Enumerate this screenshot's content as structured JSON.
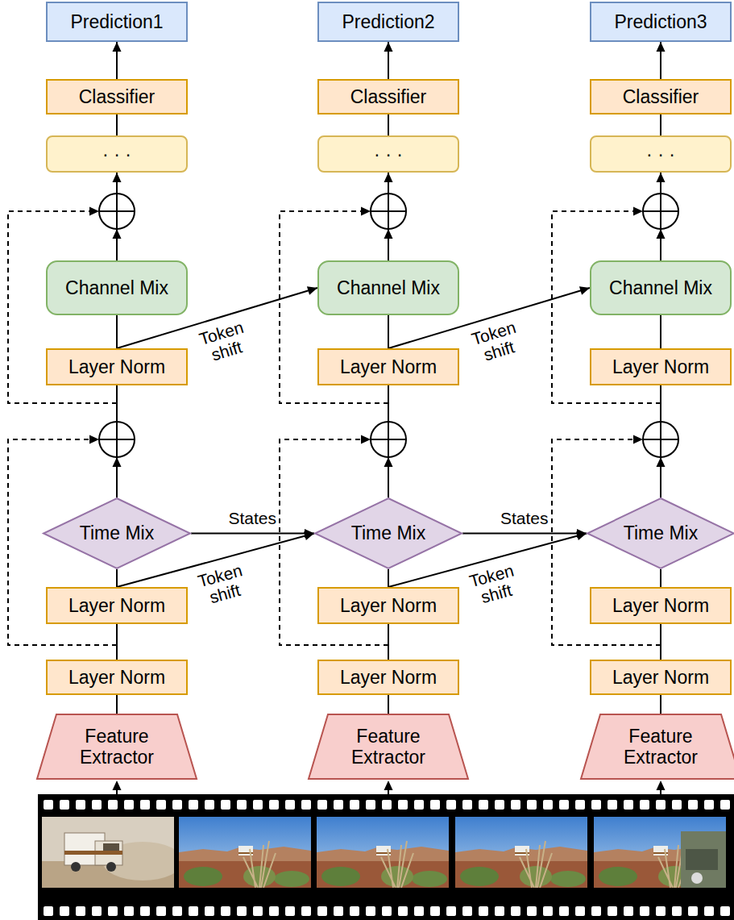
{
  "diagram": {
    "nodes": [
      {
        "text": [
          "Prediction1"
        ]
      },
      {
        "text": [
          "Prediction2"
        ]
      },
      {
        "text": [
          "Prediction3"
        ]
      },
      {
        "text": [
          "Classifier"
        ]
      },
      {
        "text": [
          "Classifier"
        ]
      },
      {
        "text": [
          "Classifier"
        ]
      },
      {
        "text": [
          "· · ·"
        ]
      },
      {
        "text": [
          "· · ·"
        ]
      },
      {
        "text": [
          "· · ·"
        ]
      },
      {
        "text": [
          "Channel Mix"
        ]
      },
      {
        "text": [
          "Channel Mix"
        ]
      },
      {
        "text": [
          "Channel Mix"
        ]
      },
      {
        "text": [
          "Layer Norm"
        ]
      },
      {
        "text": [
          "Layer Norm"
        ]
      },
      {
        "text": [
          "Layer Norm"
        ]
      },
      {
        "text": [
          "Time Mix"
        ]
      },
      {
        "text": [
          "Time Mix"
        ]
      },
      {
        "text": [
          "Time Mix"
        ]
      },
      {
        "text": [
          "Layer Norm"
        ]
      },
      {
        "text": [
          "Layer Norm"
        ]
      },
      {
        "text": [
          "Layer Norm"
        ]
      },
      {
        "text": [
          "Layer Norm"
        ]
      },
      {
        "text": [
          "Layer Norm"
        ]
      },
      {
        "text": [
          "Layer Norm"
        ]
      },
      {
        "text": [
          "Feature Extractor"
        ]
      },
      {
        "text": [
          "Feature Extractor"
        ]
      },
      {
        "text": [
          "Feature Extractor"
        ]
      }
    ],
    "edges": [
      {
        "from": 3,
        "to": 0,
        "arrow": "to"
      },
      {
        "from": 6,
        "to": 3,
        "arrow": "none"
      },
      {
        "from": 9,
        "to": 6,
        "arrow": "to"
      },
      {
        "from": 12,
        "to": 9,
        "arrow": "none"
      },
      {
        "from": 15,
        "to": 12,
        "arrow": "none"
      },
      {
        "from": 18,
        "to": 15,
        "arrow": "none"
      },
      {
        "from": 21,
        "to": 18,
        "arrow": "none"
      },
      {
        "from": 24,
        "to": 21,
        "arrow": "none"
      },
      {
        "from": 4,
        "to": 1,
        "arrow": "to"
      },
      {
        "from": 7,
        "to": 4,
        "arrow": "none"
      },
      {
        "from": 10,
        "to": 7,
        "arrow": "to"
      },
      {
        "from": 13,
        "to": 10,
        "arrow": "none"
      },
      {
        "from": 16,
        "to": 13,
        "arrow": "none"
      },
      {
        "from": 19,
        "to": 16,
        "arrow": "none"
      },
      {
        "from": 22,
        "to": 19,
        "arrow": "none"
      },
      {
        "from": 25,
        "to": 22,
        "arrow": "none"
      },
      {
        "from": 5,
        "to": 2,
        "arrow": "to"
      },
      {
        "from": 8,
        "to": 5,
        "arrow": "none"
      },
      {
        "from": 11,
        "to": 8,
        "arrow": "to"
      },
      {
        "from": 14,
        "to": 11,
        "arrow": "none"
      },
      {
        "from": 17,
        "to": 14,
        "arrow": "none"
      },
      {
        "from": 20,
        "to": 17,
        "arrow": "none"
      },
      {
        "from": 23,
        "to": 20,
        "arrow": "none"
      },
      {
        "from": 26,
        "to": 23,
        "arrow": "none"
      },
      {
        "from": 12,
        "to": 10,
        "label": "Token shift",
        "arrow": "to"
      },
      {
        "from": 13,
        "to": 11,
        "label": "Token shift",
        "arrow": "to"
      },
      {
        "from": 15,
        "to": 16,
        "label": "States",
        "arrow": "to"
      },
      {
        "from": 16,
        "to": 17,
        "label": "States",
        "arrow": "to"
      },
      {
        "from": 18,
        "to": 16,
        "label": "Token shift",
        "arrow": "to"
      },
      {
        "from": 19,
        "to": 17,
        "label": "Token shift",
        "arrow": "to"
      }
    ]
  }
}
